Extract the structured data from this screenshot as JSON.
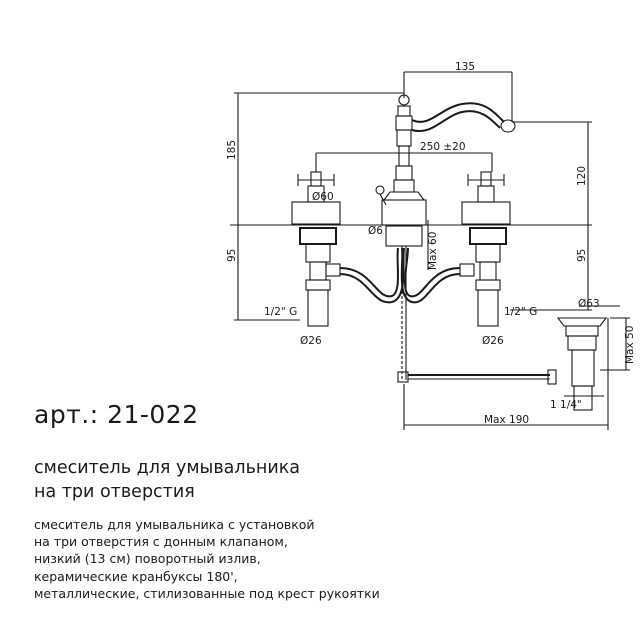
{
  "article": "арт.: 21-022",
  "subtitle": [
    "смеситель для умывальника",
    "на три отверстия"
  ],
  "description": [
    "смеситель для умывальника с установкой",
    "на три отверстия с донным клапаном,",
    "низкий (13 см) поворотный излив,",
    "керамические кранбуксы 180',",
    "металлические, стилизованные под крест рукоятки"
  ],
  "dimensions": {
    "spout_reach": "135",
    "total_height": "185",
    "spacing": "250 ±20",
    "spout_height": "120",
    "below_deck_left": "95",
    "below_deck_right": "95",
    "escutcheon_diameter": "Ø60",
    "hole_diameter": "Ø6",
    "max_deck": "Max 60",
    "thread_left": "1/2\" G",
    "thread_right": "1/2\" G",
    "pipe_left": "Ø26",
    "pipe_right": "Ø26",
    "drain_diameter": "Ø63",
    "drain_max": "Max 50",
    "drain_thread": "1 1/4\"",
    "drain_rod": "Max 190"
  }
}
